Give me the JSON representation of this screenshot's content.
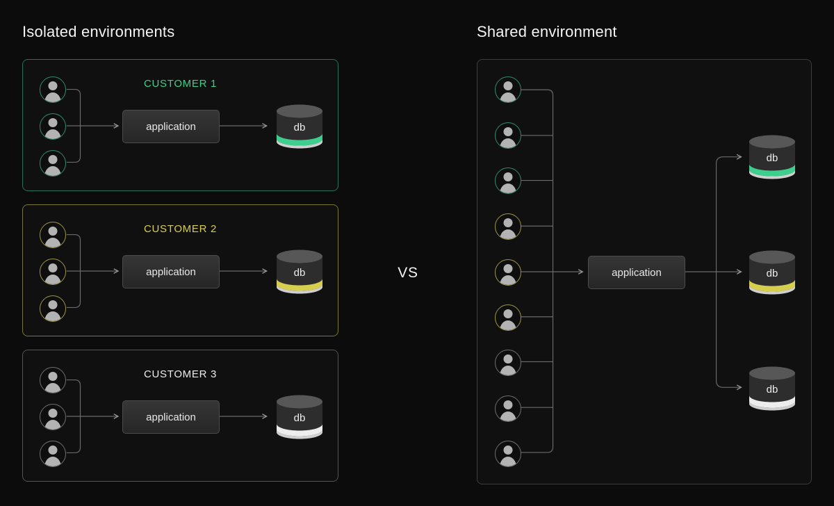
{
  "page": {
    "background": "#0c0c0c",
    "vs_label": "VS"
  },
  "colors": {
    "line": "#6a6a6a",
    "arrow": "#9a9a9a",
    "node_text": "#e8e8e8",
    "db_body": "#2d2d2d",
    "db_top": "#575757",
    "db_rim": "#cfcfcf",
    "user_silhouette": "#b3b3b3"
  },
  "left": {
    "title": "Isolated environments",
    "customers": [
      {
        "label": "CUSTOMER 1",
        "app_label": "application",
        "db_label": "db",
        "accent": "#3ecf8e",
        "ring": "#2e8c6d",
        "border": "#27705a"
      },
      {
        "label": "CUSTOMER 2",
        "app_label": "application",
        "db_label": "db",
        "accent": "#d6ce4e",
        "ring": "#9d9540",
        "border": "#7d7630"
      },
      {
        "label": "CUSTOMER 3",
        "app_label": "application",
        "db_label": "db",
        "accent": "#ededed",
        "ring": "#6e6e6e",
        "border": "#545454"
      }
    ]
  },
  "right": {
    "title": "Shared environment",
    "app_label": "application",
    "border": "#3d3d3d",
    "users": [
      {
        "ring": "#2e8c6d"
      },
      {
        "ring": "#2e8c6d"
      },
      {
        "ring": "#2e8c6d"
      },
      {
        "ring": "#9d9540"
      },
      {
        "ring": "#9d9540"
      },
      {
        "ring": "#9d9540"
      },
      {
        "ring": "#6e6e6e"
      },
      {
        "ring": "#6e6e6e"
      },
      {
        "ring": "#6e6e6e"
      }
    ],
    "dbs": [
      {
        "label": "db",
        "accent": "#3ecf8e"
      },
      {
        "label": "db",
        "accent": "#d6ce4e"
      },
      {
        "label": "db",
        "accent": "#ededed"
      }
    ]
  }
}
